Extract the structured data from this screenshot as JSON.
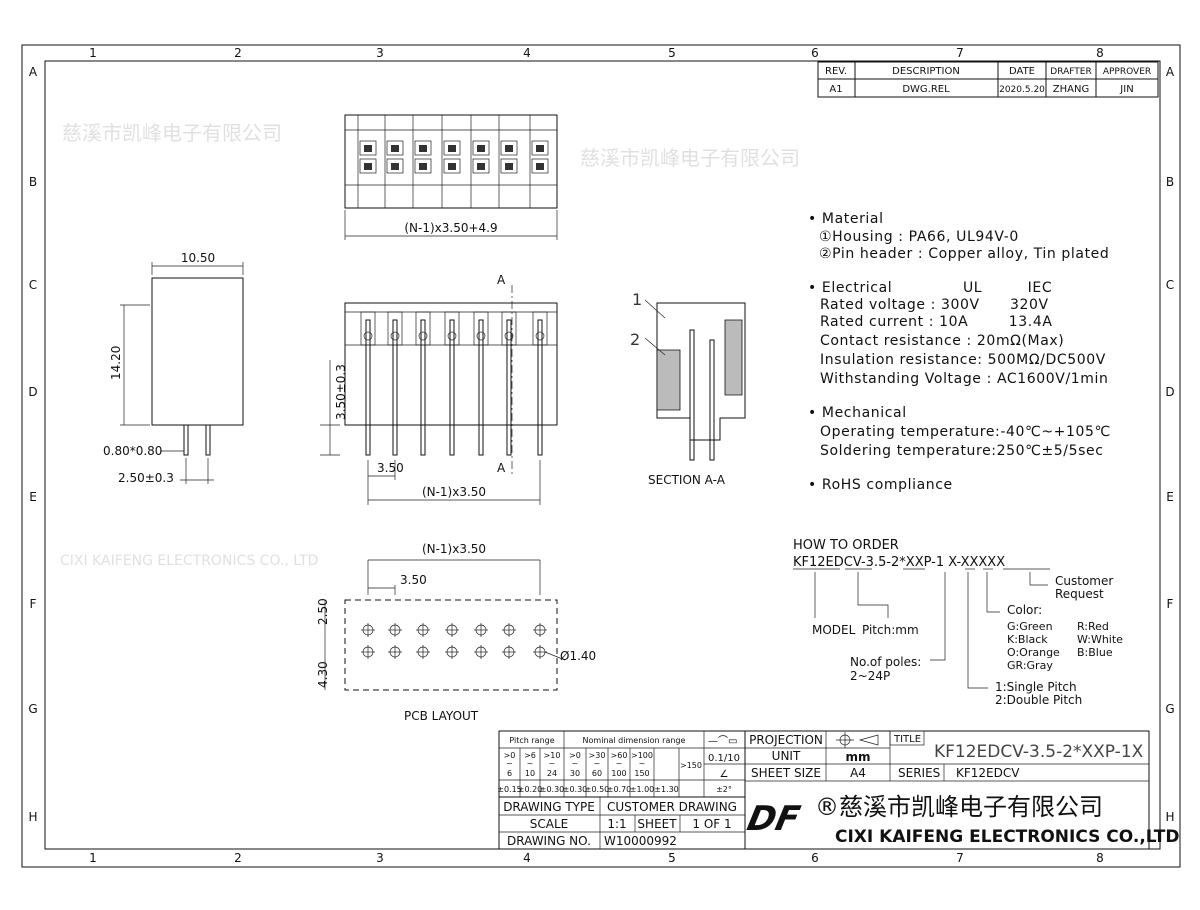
{
  "frame": {
    "columns": [
      "1",
      "2",
      "3",
      "4",
      "5",
      "6",
      "7",
      "8"
    ],
    "rows": [
      "A",
      "B",
      "C",
      "D",
      "E",
      "F",
      "G",
      "H"
    ]
  },
  "revision": {
    "headers": [
      "REV.",
      "DESCRIPTION",
      "DATE",
      "DRAFTER",
      "APPROVER"
    ],
    "row": [
      "A1",
      "DWG.REL",
      "2020.5.20",
      "ZHANG",
      "JIN"
    ]
  },
  "views": {
    "top_dim": "(N-1)x3.50+4.9",
    "side_width": "10.50",
    "side_height": "14.20",
    "pin_size": "0.80*0.80",
    "pin_spacing": "2.50±0.3",
    "front_pin_len": "3.50±0.3",
    "front_pitch": "3.50",
    "front_span": "(N-1)x3.50",
    "section_mark": "A",
    "section_label": "SECTION A-A",
    "callout_1": "1",
    "callout_2": "2",
    "pcb_span": "(N-1)x3.50",
    "pcb_pitch": "3.50",
    "pcb_row1": "2.50",
    "pcb_row2": "4.30",
    "pcb_hole": "Ø1.40",
    "pcb_label": "PCB LAYOUT"
  },
  "specs": {
    "material": [
      "• Material",
      "①Housing : PA66, UL94V-0",
      "②Pin header : Copper alloy, Tin plated"
    ],
    "electrical": [
      "• Electrical              UL         IEC",
      "Rated voltage : 300V      320V",
      "Rated current : 10A        13.4A",
      "Contact resistance : 20mΩ(Max)",
      "Insulation resistance: 500MΩ/DC500V",
      "Withstanding Voltage : AC1600V/1min"
    ],
    "mechanical": [
      "• Mechanical",
      "Operating temperature:-40℃~+105℃",
      "Soldering temperature:250℃±5/5sec"
    ],
    "rohs": "• RoHS compliance"
  },
  "order": {
    "title": "HOW TO ORDER",
    "code": "KF12EDCV-3.5-2*XXP-1 X-XXXXX",
    "model": "MODEL",
    "pitch": "Pitch:mm",
    "poles_1": "No.of poles:",
    "poles_2": "2~24P",
    "pitch_type_1": "1:Single Pitch",
    "pitch_type_2": "2:Double Pitch",
    "color_title": "Color:",
    "colors": [
      "G:Green",
      "R:Red",
      "K:Black",
      "W:White",
      "O:Orange",
      "B:Blue",
      "GR:Gray"
    ],
    "customer_1": "Customer",
    "customer_2": "Request"
  },
  "tolerance": {
    "pitch_range": "Pitch range",
    "nominal_range": "Nominal dimension range",
    "ranges_top": [
      ">0",
      ">6",
      ">10",
      ">0",
      ">30",
      ">60",
      ">100"
    ],
    "ranges_bottom": [
      "6",
      "10",
      "24",
      "30",
      "60",
      "100",
      "150"
    ],
    "over": ">150",
    "tols": [
      "±0.15",
      "±0.20",
      "±0.30",
      "±0.30",
      "±0.50",
      "±0.70",
      "±1.00",
      "±1.30"
    ],
    "flatness": "0.1/10",
    "angle": "±2°"
  },
  "title_block": {
    "drawing_type_label": "DRAWING TYPE",
    "drawing_type": "CUSTOMER DRAWING",
    "scale_label": "SCALE",
    "scale": "1:1",
    "sheet_label": "SHEET",
    "sheet": "1 OF 1",
    "drawing_no_label": "DRAWING NO.",
    "drawing_no": "W10000992",
    "projection_label": "PROJECTION",
    "unit_label": "UNIT",
    "unit": "mm",
    "sheet_size_label": "SHEET SIZE",
    "sheet_size": "A4",
    "title_label": "TITLE",
    "title": "KF12EDCV-3.5-2*XXP-1X",
    "series_label": "SERIES",
    "series": "KF12EDCV",
    "logo": "DF",
    "company_cn": "®慈溪市凯峰电子有限公司",
    "company_en": "CIXI KAIFENG ELECTRONICS CO.,LTD"
  },
  "watermark": {
    "cn": "慈溪市凯峰电子有限公司",
    "en": "CIXI KAIFENG ELECTRONICS CO., LTD"
  }
}
